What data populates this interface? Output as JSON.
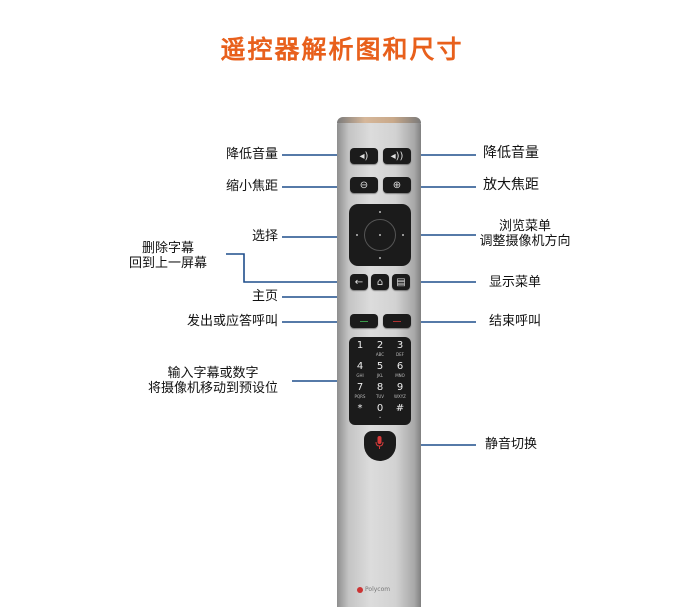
{
  "title": "遥控器解析图和尺寸",
  "accent_color": "#e8601c",
  "line_color": "#1f4e8c",
  "labels": {
    "vol_down": "降低音量",
    "vol_up": "降低音量",
    "zoom_out": "缩小焦距",
    "zoom_in": "放大焦距",
    "dpad_line1": "浏览菜单",
    "dpad_line2": "调整摄像机方向",
    "back_line1": "删除字幕",
    "back_line2": "回到上一屏幕",
    "select": "选择",
    "home": "主页",
    "menu": "显示菜单",
    "call": "发出或应答呼叫",
    "end_call": "结束呼叫",
    "keypad_line1": "输入字幕或数字",
    "keypad_line2": "将摄像机移动到预设位",
    "mute": "静音切换"
  },
  "icons": {
    "vol_down": "speaker-low-icon",
    "vol_up": "speaker-high-icon",
    "zoom_out": "zoom-out-icon",
    "zoom_in": "zoom-in-icon",
    "back": "back-arrow-icon",
    "home": "home-icon",
    "menu": "menu-icon",
    "mute": "microphone-icon"
  },
  "keys": [
    {
      "n": "1",
      "s": ""
    },
    {
      "n": "2",
      "s": "ABC"
    },
    {
      "n": "3",
      "s": "DEF"
    },
    {
      "n": "4",
      "s": "GHI"
    },
    {
      "n": "5",
      "s": "JKL"
    },
    {
      "n": "6",
      "s": "MNO"
    },
    {
      "n": "7",
      "s": "PQRS"
    },
    {
      "n": "8",
      "s": "TUV"
    },
    {
      "n": "9",
      "s": "WXYZ"
    },
    {
      "n": "*",
      "s": ""
    },
    {
      "n": "0",
      "s": "•"
    },
    {
      "n": "#",
      "s": ""
    }
  ],
  "brand": "Polycom"
}
